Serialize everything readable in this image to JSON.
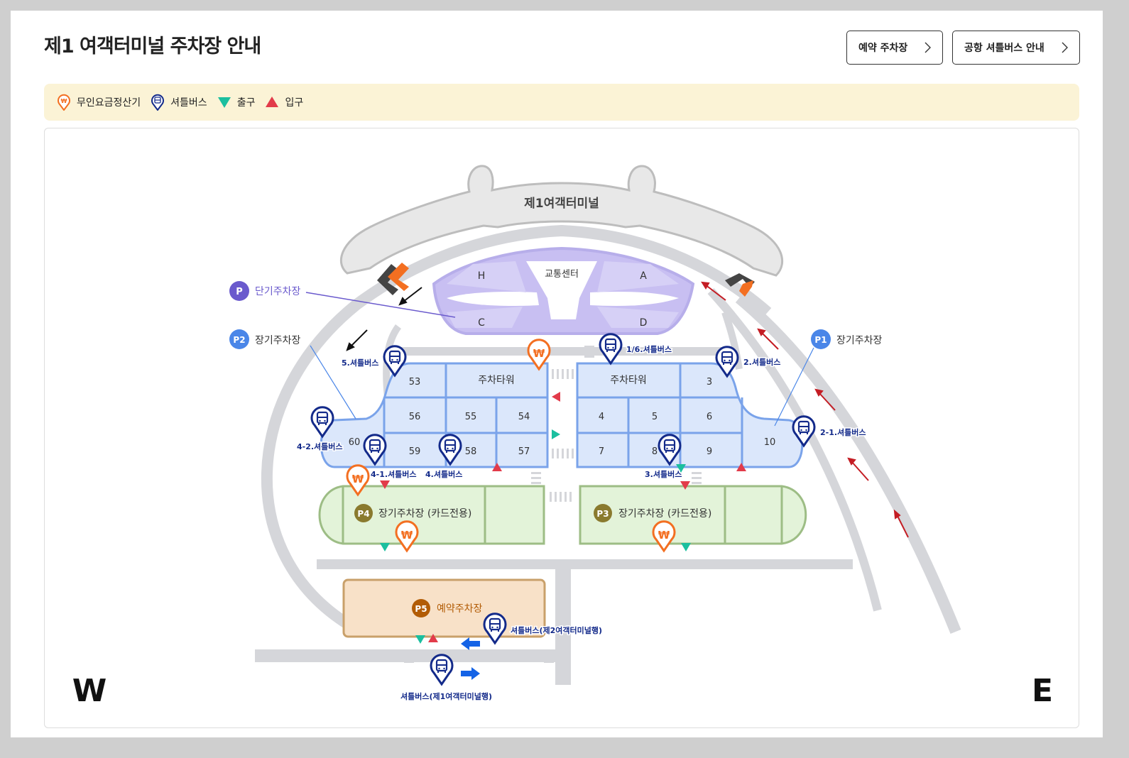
{
  "header": {
    "title": "제1 여객터미널 주차장 안내",
    "reserve_button": "예약 주차장",
    "shuttle_button": "공항 셔틀버스 안내"
  },
  "legend": {
    "payment": "무인요금정산기",
    "shuttle": "셔틀버스",
    "exit": "출구",
    "entrance": "입구"
  },
  "colors": {
    "exit": "#1bbf9f",
    "entrance": "#e23b4a",
    "shuttle": "#132a8a",
    "payment": "#f36f21",
    "short_term": "#6a5acd",
    "long_term": "#4a86e8",
    "p4_p3": "#8a7a2e",
    "p5": "#b25c06"
  },
  "map": {
    "terminal": "제1여객터미널",
    "transport_center": "교통센터",
    "zones": {
      "H": "H",
      "A": "A",
      "C": "C",
      "D": "D"
    },
    "short_term": {
      "badge": "P",
      "label": "단기주차장"
    },
    "p2": {
      "badge": "P2",
      "label": "장기주차장"
    },
    "p1": {
      "badge": "P1",
      "label": "장기주차장"
    },
    "p4": {
      "badge": "P4",
      "label": "장기주차장 (카드전용)"
    },
    "p3": {
      "badge": "P3",
      "label": "장기주차장 (카드전용)"
    },
    "p5": {
      "badge": "P5",
      "label": "예약주차장"
    },
    "tower_left": "주차타워",
    "tower_right": "주차타워",
    "lots": {
      "l53": "53",
      "l56": "56",
      "l55": "55",
      "l54": "54",
      "l60": "60",
      "l59": "59",
      "l58": "58",
      "l57": "57",
      "l3": "3",
      "l4": "4",
      "l5": "5",
      "l6": "6",
      "l7": "7",
      "l8": "8",
      "l9": "9",
      "l10": "10"
    },
    "shuttles": {
      "s5": "5.셔틀버스",
      "s16": "1/6.셔틀버스",
      "s2": "2.셔틀버스",
      "s21": "2-1.셔틀버스",
      "s42": "4-2.셔틀버스",
      "s41": "4-1.셔틀버스",
      "s4": "4.셔틀버스",
      "s3": "3.셔틀버스",
      "t2": "셔틀버스(제2여객터미널행)",
      "t1": "셔틀버스(제1여객터미널행)"
    },
    "west": "W",
    "east": "E"
  }
}
